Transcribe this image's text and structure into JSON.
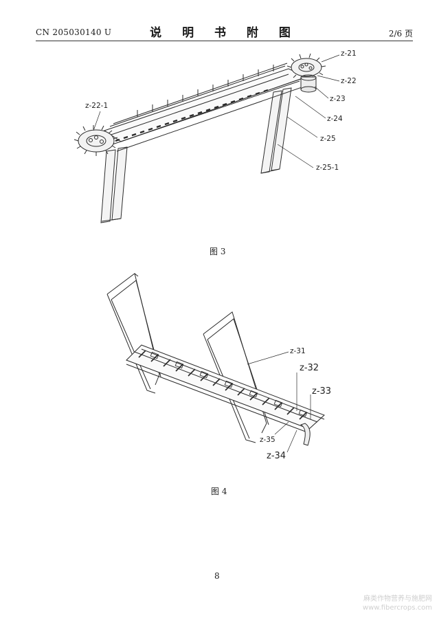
{
  "header": {
    "left": "CN 205030140 U",
    "title": "说 明 书 附 图",
    "right": "2/6 页"
  },
  "figure3": {
    "caption": "图 3",
    "labels": {
      "z21": "z-21",
      "z22": "z-22",
      "z23": "z-23",
      "z24": "z-24",
      "z25": "z-25",
      "z251": "z-25-1",
      "z221": "z-22-1"
    }
  },
  "figure4": {
    "caption": "图 4",
    "labels": {
      "z31": "z-31",
      "z32": "z-32",
      "z33": "z-33",
      "z35": "z-35",
      "z34": "z-34"
    }
  },
  "footer": {
    "page_number": "8"
  },
  "watermark": {
    "line1": "麻类作物营养与施肥网",
    "line2": "www.fibercrops.com"
  }
}
